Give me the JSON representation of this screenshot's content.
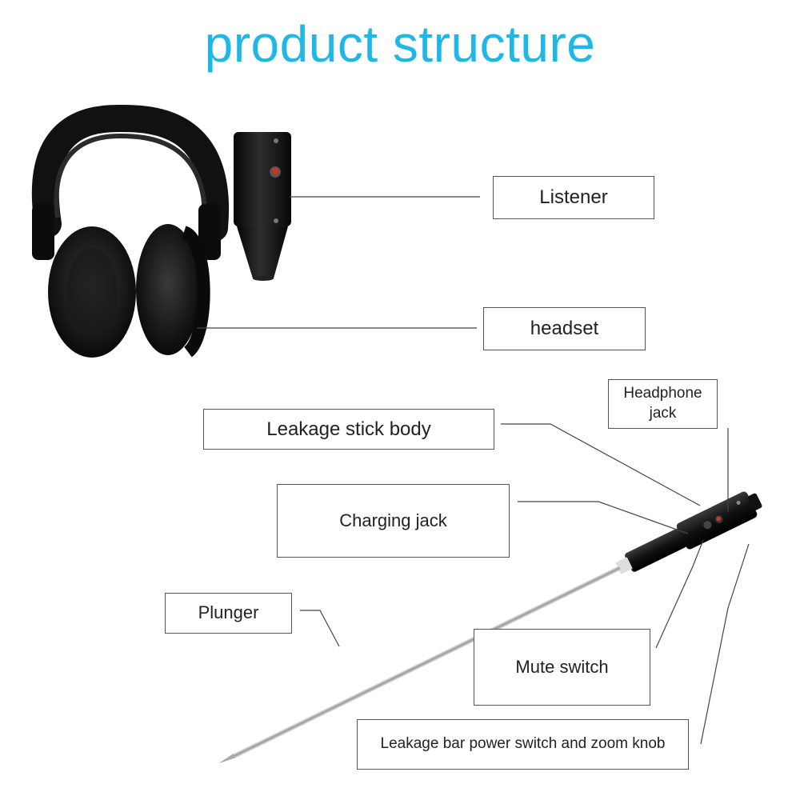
{
  "title": "product structure",
  "labels": {
    "listener": "Listener",
    "headset": "headset",
    "stick_body": "Leakage stick body",
    "charging_jack": "Charging jack",
    "plunger": "Plunger",
    "headphone_jack": "Headphone jack",
    "mute_switch": "Mute switch",
    "power_switch": "Leakage bar power switch and zoom knob"
  },
  "colors": {
    "title": "#1fb8e6",
    "leader_line": "#444444",
    "device_body": "#111111",
    "button_red": "#c0392b"
  }
}
